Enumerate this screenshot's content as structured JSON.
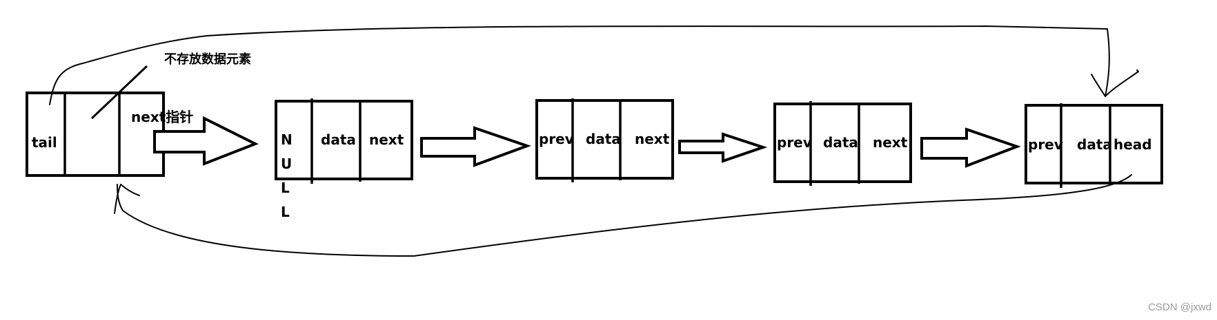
{
  "head_node": {
    "cells": [
      "tail",
      "",
      "next指针"
    ],
    "note": "不存放数据元素"
  },
  "nodes": [
    {
      "cells": [
        "",
        "data",
        "next"
      ],
      "null_letters": [
        "N",
        "U",
        "L",
        "L"
      ]
    },
    {
      "cells": [
        "prev",
        "data",
        "next"
      ]
    },
    {
      "cells": [
        "prev",
        "data",
        "next"
      ]
    },
    {
      "cells": [
        "prev",
        "data",
        "head"
      ]
    }
  ],
  "watermark": "CSDN @jxwd"
}
